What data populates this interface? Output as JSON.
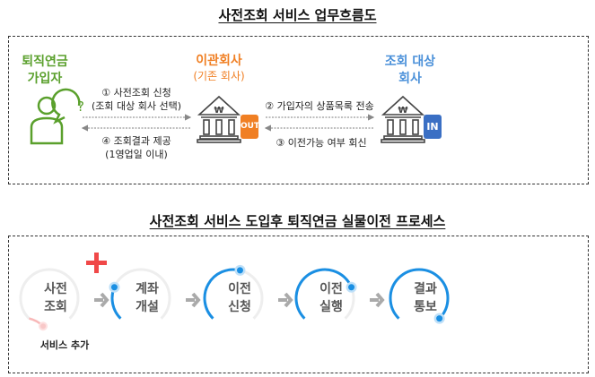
{
  "title1": "사전조회 서비스 업무흐름도",
  "title2": "사전조회 서비스 도입후 퇴직연금 실물이전 프로세스",
  "flow": {
    "member": [
      "퇴직연금",
      "가입자"
    ],
    "transfer_out": [
      "이관회사",
      "(기존 회사)"
    ],
    "target": [
      "조회 대상",
      "회사"
    ],
    "step1": [
      "① 사전조회 신청",
      "(조회 대상 회사 선택)"
    ],
    "step4": [
      "④ 조회결과 제공",
      "(1영업일 이내)"
    ],
    "step2": "② 가입자의 상품목록 전송",
    "step3": "③ 이전가능 여부 회신",
    "out_badge": "OUT",
    "in_badge": "IN",
    "won": "₩",
    "question": "?",
    "colors": {
      "green": "#5aa02c",
      "orange": "#f07f23",
      "blue": "#4a90d9",
      "badge_in": "#3a6fc4"
    }
  },
  "process": {
    "steps": [
      {
        "label": [
          "사전",
          "조회"
        ],
        "progress": 0.08,
        "color": "#f8b8b8"
      },
      {
        "label": [
          "계좌",
          "개설"
        ],
        "progress": 0.25,
        "color": "#1a8fe3"
      },
      {
        "label": [
          "이전",
          "신청"
        ],
        "progress": 0.55,
        "color": "#1a8fe3"
      },
      {
        "label": [
          "이전",
          "실행"
        ],
        "progress": 0.75,
        "color": "#1a8fe3"
      },
      {
        "label": [
          "결과",
          "통보"
        ],
        "progress": 1.0,
        "color": "#1a8fe3"
      }
    ],
    "added_note": "서비스 추가",
    "plus_color": "#f04848"
  }
}
